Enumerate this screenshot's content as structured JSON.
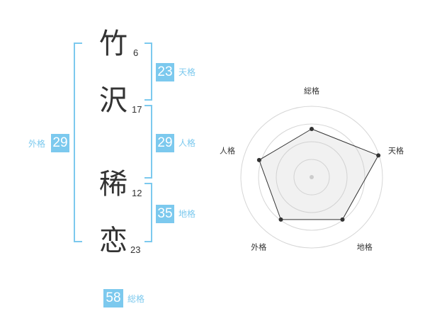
{
  "name": {
    "chars": [
      {
        "char": "竹",
        "strokes": "6"
      },
      {
        "char": "沢",
        "strokes": "17"
      },
      {
        "char": "稀",
        "strokes": "12"
      },
      {
        "char": "恋",
        "strokes": "23"
      }
    ]
  },
  "fortunes": {
    "ten": {
      "value": "23",
      "label": "天格"
    },
    "jin": {
      "value": "29",
      "label": "人格"
    },
    "chi": {
      "value": "35",
      "label": "地格"
    },
    "gai": {
      "value": "29",
      "label": "外格"
    },
    "sou": {
      "value": "58",
      "label": "総格"
    }
  },
  "colors": {
    "accent": "#7cc9ee",
    "text": "#333333"
  },
  "chart_data": {
    "type": "radar",
    "axes": [
      "総格",
      "天格",
      "地格",
      "外格",
      "人格"
    ],
    "values": [
      0.68,
      0.99,
      0.74,
      0.74,
      0.78
    ],
    "rings": 4,
    "ylim": [
      0,
      1
    ]
  }
}
